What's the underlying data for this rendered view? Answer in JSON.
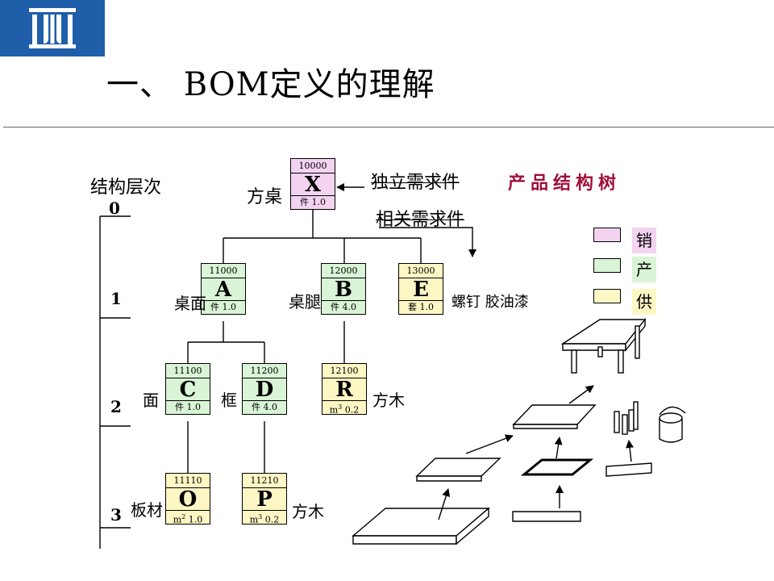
{
  "title": "一、 BOM定义的理解",
  "colors": {
    "sales": "#f4d3f1",
    "production": "#d9f4d6",
    "supply": "#fdf7c5",
    "logo": "#1f5ea8",
    "tree_title": "#a0103a"
  },
  "labels": {
    "structure_level": "结构层次",
    "independent_demand": "独立需求件",
    "dependent_demand": "相关需求件",
    "product_tree": "产品结构树"
  },
  "levels": [
    "0",
    "1",
    "2",
    "3"
  ],
  "nodes": {
    "X": {
      "code": "10000",
      "letter": "X",
      "qty": "件 1.0",
      "name": "方桌"
    },
    "A": {
      "code": "11000",
      "letter": "A",
      "qty": "件 1.0",
      "name": "桌面"
    },
    "B": {
      "code": "12000",
      "letter": "B",
      "qty": "件  4.0",
      "name": "桌腿"
    },
    "E": {
      "code": "13000",
      "letter": "E",
      "qty": "套 1.0",
      "name": "螺钉 胶油漆"
    },
    "C": {
      "code": "11100",
      "letter": "C",
      "qty": "件 1.0",
      "name": "面"
    },
    "D": {
      "code": "11200",
      "letter": "D",
      "qty": "件 4.0",
      "name": "框"
    },
    "R": {
      "code": "12100",
      "letter": "R",
      "qty_unit": "m",
      "qty_exp": "3",
      "qty_val": "  0.2",
      "name": "方木"
    },
    "O": {
      "code": "11110",
      "letter": "O",
      "qty_unit": "m",
      "qty_exp": "2",
      "qty_val": " 1.0",
      "name": "板材"
    },
    "P": {
      "code": "11210",
      "letter": "P",
      "qty_unit": "m",
      "qty_exp": "3",
      "qty_val": "  0.2",
      "name": "方木"
    }
  },
  "legend": [
    {
      "label": "销"
    },
    {
      "label": "产"
    },
    {
      "label": "供"
    }
  ]
}
